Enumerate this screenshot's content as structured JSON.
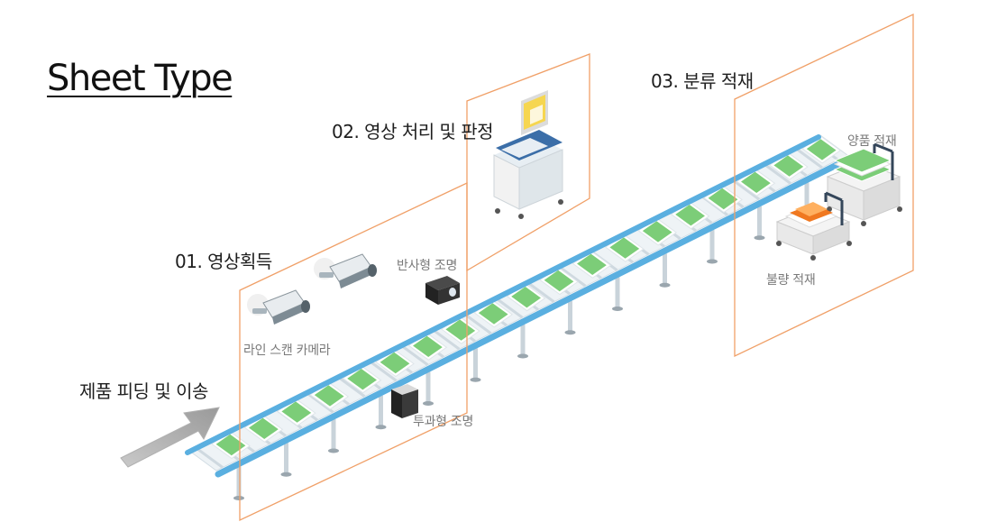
{
  "title": "Sheet Type",
  "stages": {
    "feeding": "제품 피딩 및 이송",
    "acquisition": "01. 영상획득",
    "processing": "02. 영상 처리 및 판정",
    "sorting": "03. 분류 적재"
  },
  "components": {
    "line_scan_camera": "라인 스캔 카메라",
    "reflective_light": "반사형 조명",
    "transmissive_light": "투과형 조명",
    "good_stack": "양품 적재",
    "defect_stack": "불량 적재"
  },
  "colors": {
    "zone_border": "#f0a068",
    "belt_blue": "#5aafe0",
    "sheet_green": "#7ccd78",
    "defect_orange": "#f07820",
    "monitor_yellow": "#f6d650"
  }
}
